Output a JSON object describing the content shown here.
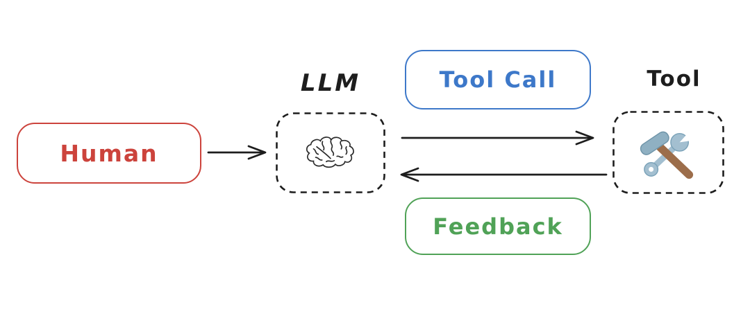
{
  "diagram": {
    "nodes": {
      "human": {
        "label": "Human"
      },
      "llm": {
        "title": "LLM",
        "icon": "brain-icon"
      },
      "tool": {
        "title": "Tool",
        "icon": "hammer-wrench-icon"
      },
      "tool_call": {
        "label": "Tool Call"
      },
      "feedback": {
        "label": "Feedback"
      }
    },
    "edges": [
      {
        "id": "human-to-llm",
        "from": "Human",
        "to": "LLM",
        "direction": "right"
      },
      {
        "id": "llm-to-tool",
        "from": "LLM",
        "to": "Tool",
        "direction": "right",
        "label": "Tool Call"
      },
      {
        "id": "tool-to-llm",
        "from": "Tool",
        "to": "LLM",
        "direction": "left",
        "label": "Feedback"
      }
    ],
    "colors": {
      "human_accent": "#cc433c",
      "tool_call_accent": "#3d78c9",
      "feedback_accent": "#50a257",
      "stroke_dark": "#1d1d1d",
      "background": "#ffffff"
    }
  }
}
